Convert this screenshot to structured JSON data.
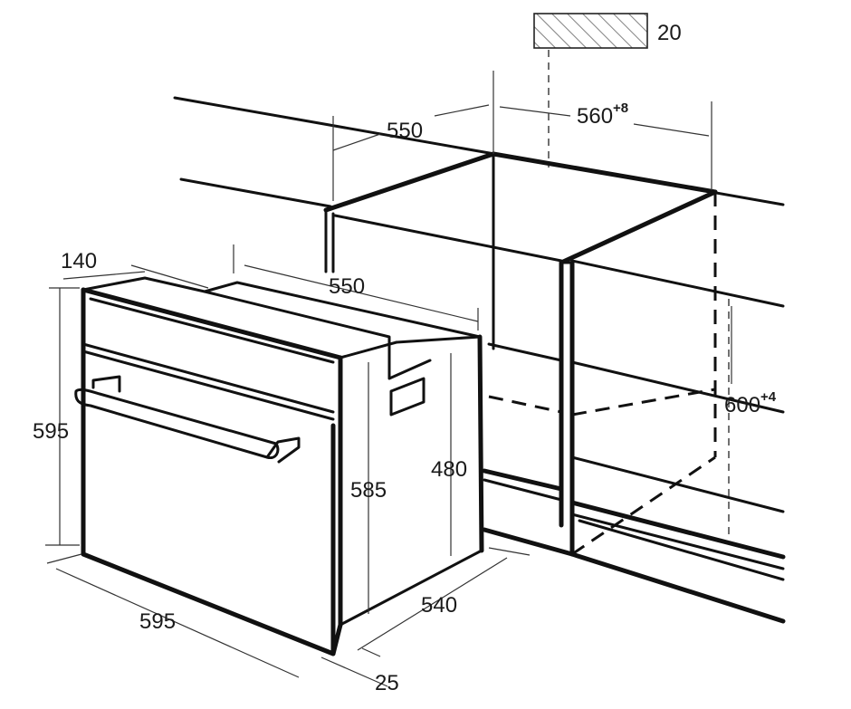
{
  "dimensions": {
    "top_thickness": {
      "value": "20"
    },
    "niche_depth": {
      "value": "550"
    },
    "niche_width": {
      "value": "560",
      "tolerance": "+8"
    },
    "niche_height": {
      "value": "600",
      "tolerance": "+4"
    },
    "panel_depth": {
      "value": "140"
    },
    "oven_body_depth": {
      "value": "550"
    },
    "oven_height": {
      "value": "595"
    },
    "body_height": {
      "value": "585"
    },
    "inner_height": {
      "value": "480"
    },
    "oven_width": {
      "value": "595"
    },
    "body_width": {
      "value": "540"
    },
    "front_thickness": {
      "value": "25"
    }
  },
  "colors": {
    "line": "#111111",
    "hatch": "#555555",
    "background": "#ffffff"
  }
}
